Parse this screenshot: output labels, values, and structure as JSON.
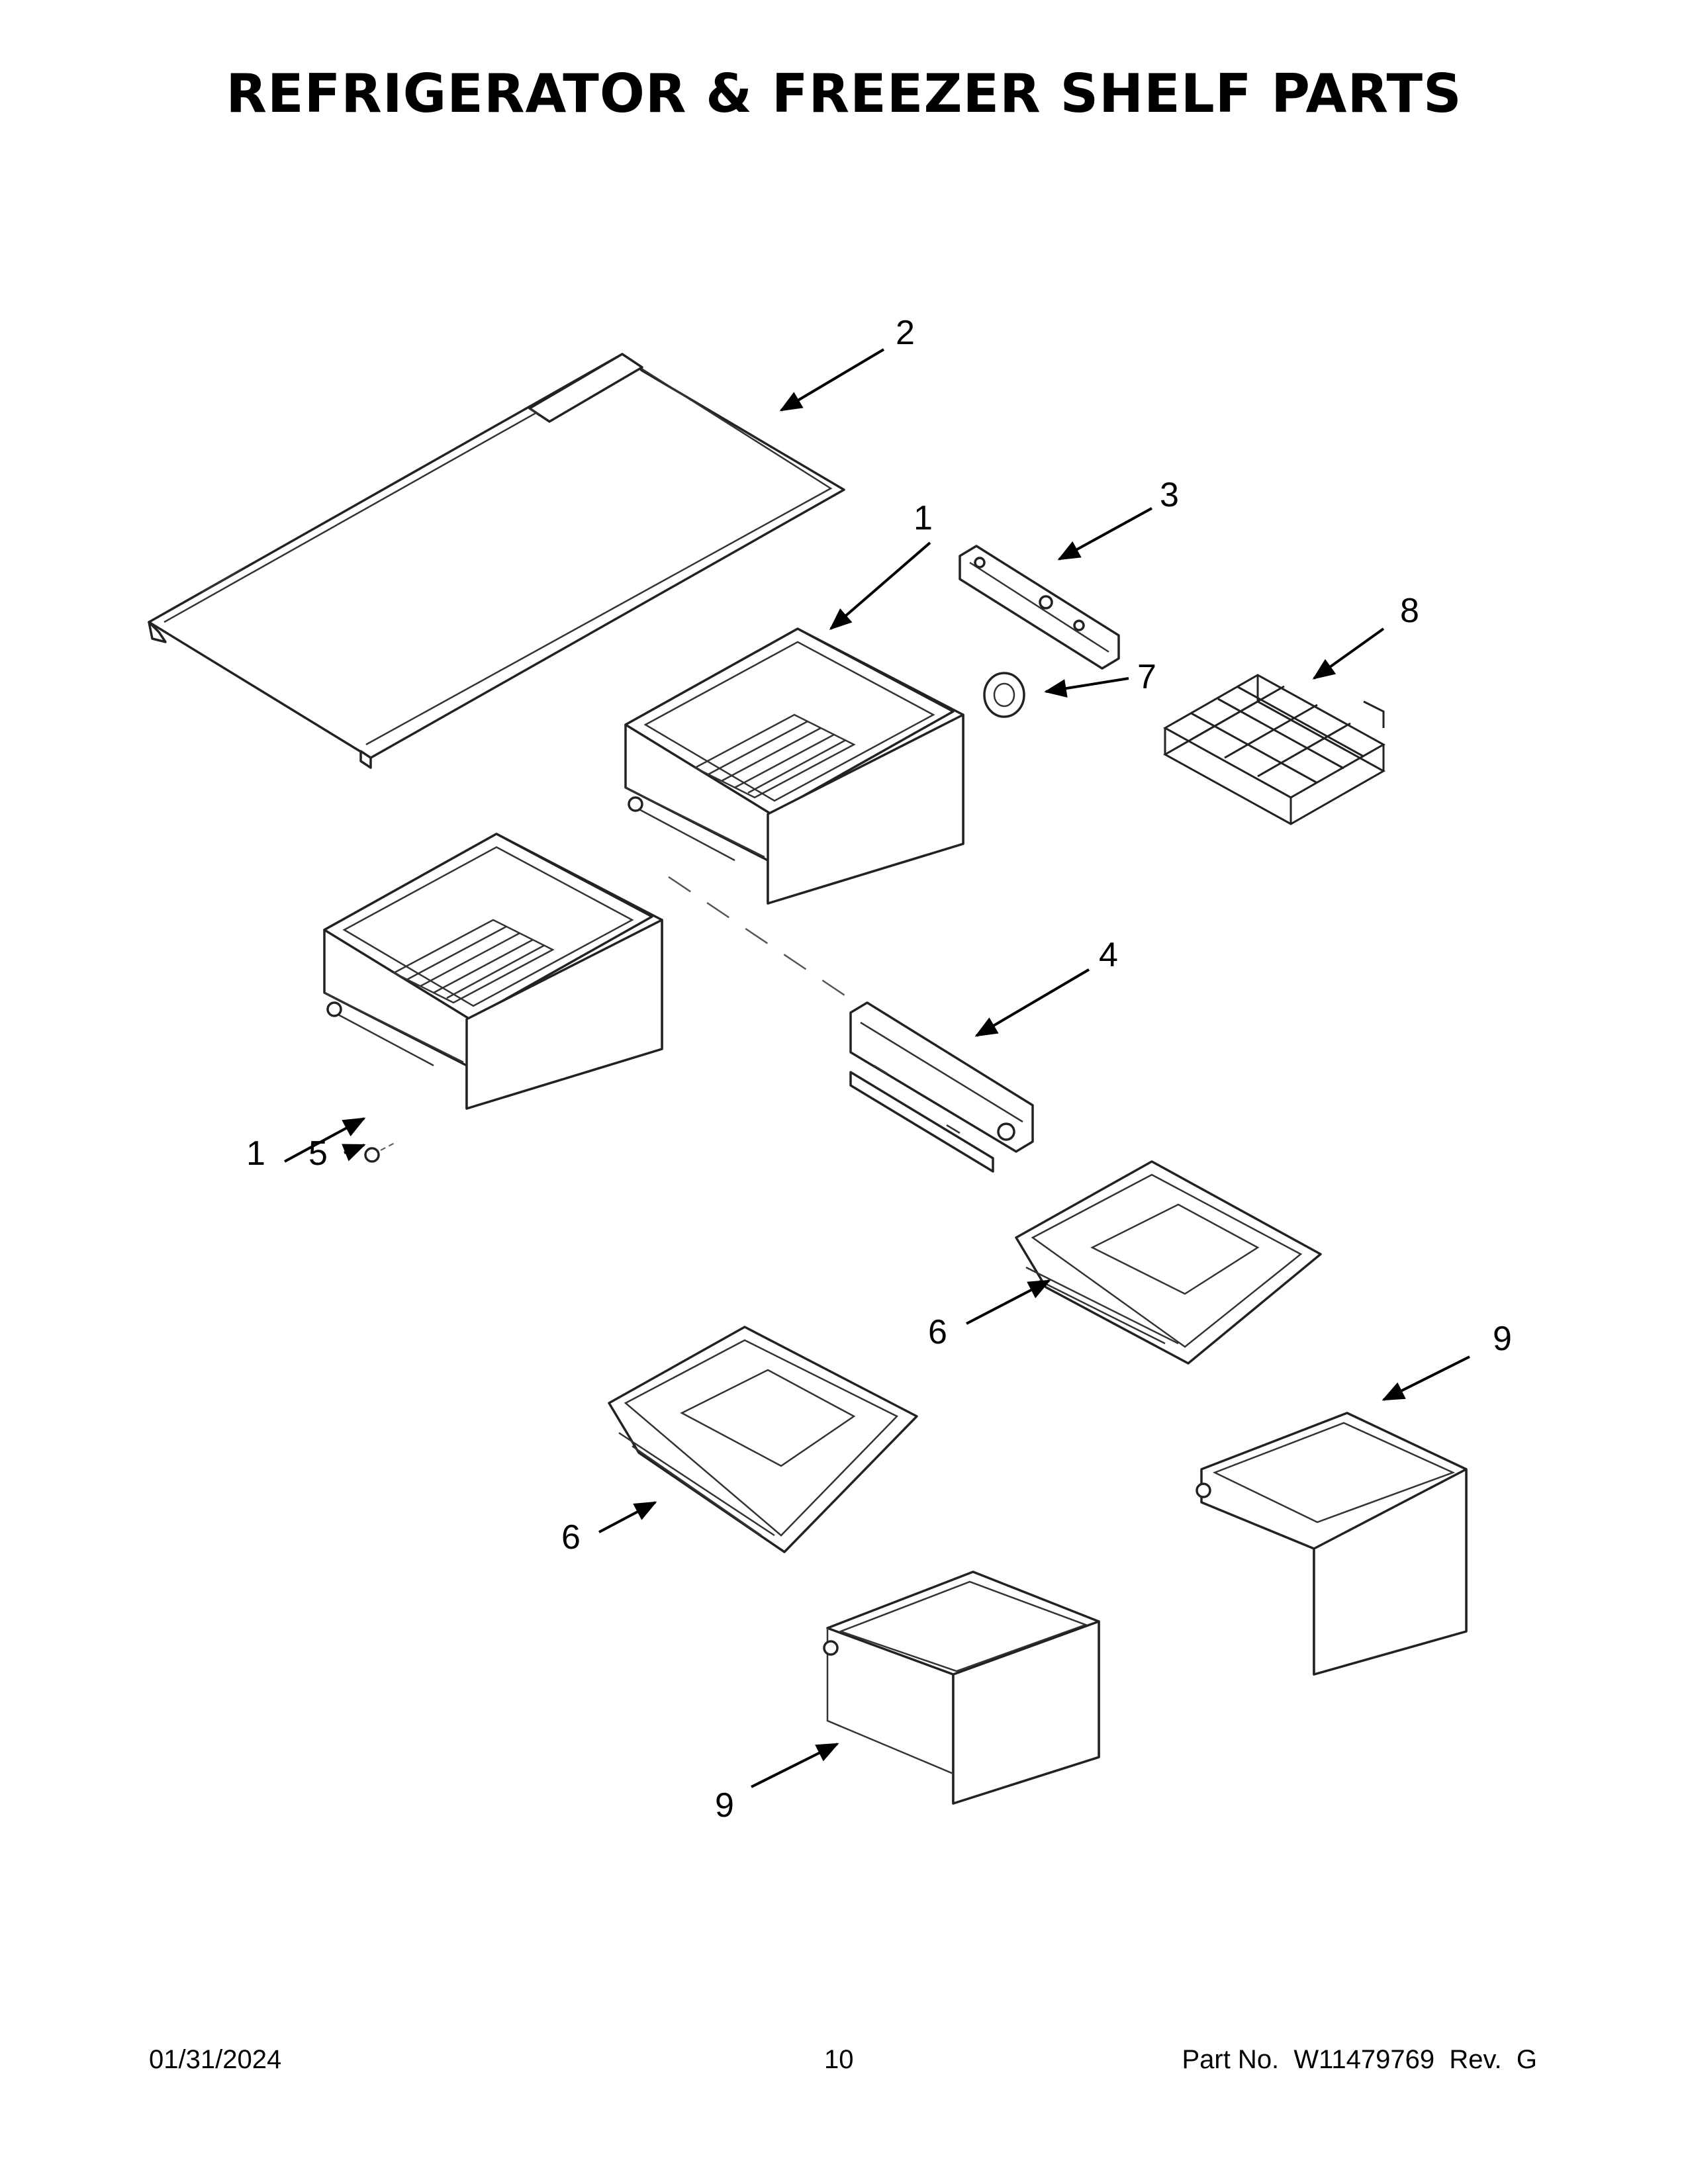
{
  "title": "REFRIGERATOR & FREEZER SHELF PARTS",
  "callouts": [
    "1",
    "1",
    "2",
    "3",
    "4",
    "5",
    "6",
    "6",
    "7",
    "8",
    "9",
    "9"
  ],
  "footer": {
    "date": "01/31/2024",
    "page": "10",
    "part": "Part No.  W11479769  Rev.  G"
  }
}
